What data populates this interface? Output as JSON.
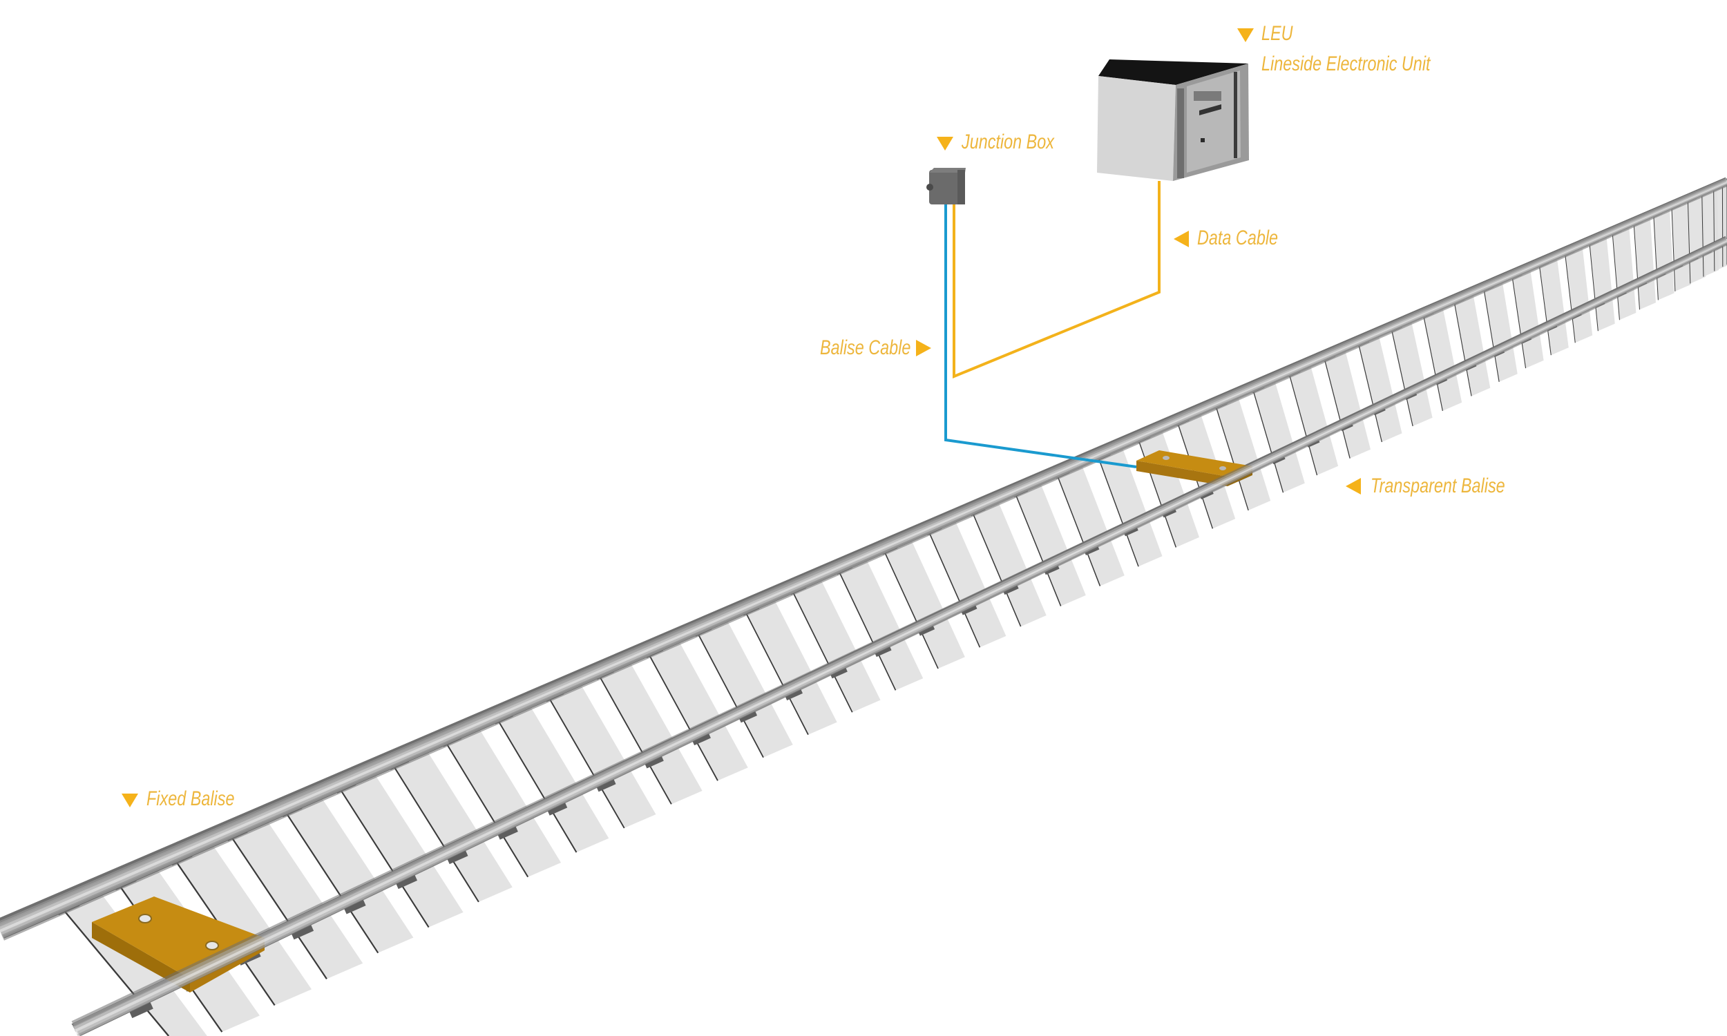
{
  "colors": {
    "label_text": "#EDB63C",
    "marker": "#F5B21A",
    "data_cable": "#F3B21B",
    "balise_cable": "#1A9ACF",
    "balise_fill": "#C68C12",
    "balise_edge": "#9E6E0A",
    "rail": "#9a9a9a",
    "sleeper": "#dedede",
    "junction_box": "#6b6b6b",
    "leu_front": "#d4d4d4",
    "leu_top": "#141414",
    "leu_side": "#8e8e8e"
  },
  "labels": {
    "leu_title": "LEU",
    "leu_subtitle": "Lineside Electronic Unit",
    "junction_box": "Junction Box",
    "data_cable": "Data Cable",
    "balise_cable": "Balise Cable",
    "transparent_balise": "Transparent Balise",
    "fixed_balise": "Fixed Balise"
  },
  "components": [
    {
      "id": "leu",
      "icon": "leu-cabinet-icon"
    },
    {
      "id": "junction_box",
      "icon": "junction-box-icon"
    },
    {
      "id": "data_cable",
      "icon": "cable-line"
    },
    {
      "id": "balise_cable",
      "icon": "cable-line"
    },
    {
      "id": "transparent_balise",
      "icon": "balise-plate-icon"
    },
    {
      "id": "fixed_balise",
      "icon": "balise-plate-icon"
    },
    {
      "id": "track",
      "icon": "railway-track-icon"
    }
  ]
}
